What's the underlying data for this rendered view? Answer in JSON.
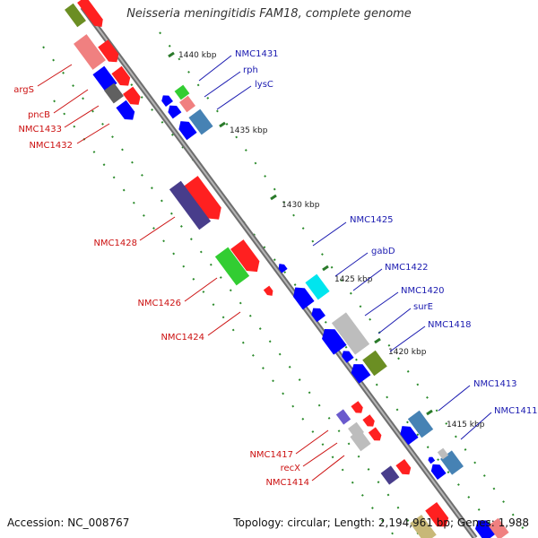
{
  "title": "Neisseria meningitidis FAM18, complete genome",
  "footer": {
    "accession": "Accession: NC_008767",
    "summary": "Topology: circular; Length: 2,194,961 bp; Genes: 1,988"
  },
  "colors": {
    "backbone": "#8a8a8a",
    "label_right": "#1a1ab0",
    "label_left": "#cc1111",
    "ring_dots": "#2a8a2a",
    "tick_text": "#222222"
  },
  "ticks": [
    "1440 kbp",
    "1435 kbp",
    "1430 kbp",
    "1425 kbp",
    "1420 kbp",
    "1415 kbp"
  ],
  "labels_right": [
    "NMC1431",
    "rph",
    "lysC",
    "NMC1425",
    "gabD",
    "NMC1422",
    "NMC1420",
    "surE",
    "NMC1418",
    "NMC1413",
    "NMC1411"
  ],
  "labels_left": [
    "argS",
    "pncB",
    "NMC1433",
    "NMC1432",
    "NMC1428",
    "NMC1426",
    "NMC1424",
    "NMC1417",
    "recX",
    "NMC1414"
  ],
  "feature_colors": [
    "#6b8e23",
    "#ff2020",
    "#f08080",
    "#0000ff",
    "#606060",
    "#32cd32",
    "#4682b4",
    "#483d8b",
    "#00e5ee",
    "#bdbdbd",
    "#c8b878"
  ]
}
